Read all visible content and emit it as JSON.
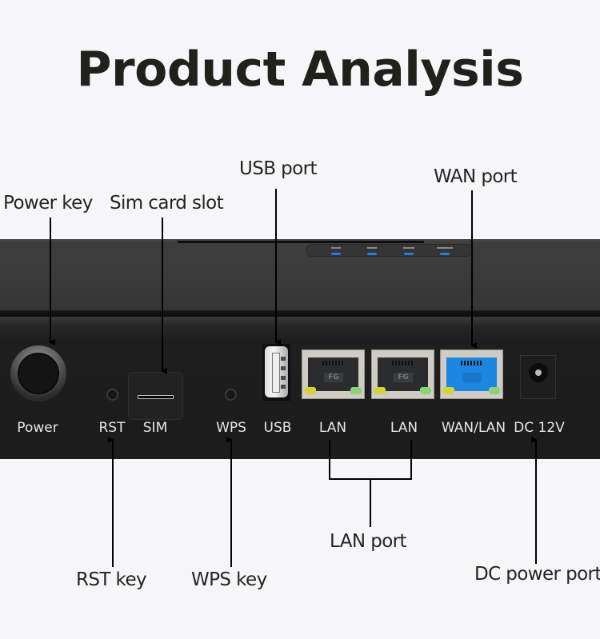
{
  "title": "Product Analysis",
  "callouts_top": {
    "power_key": "Power key",
    "sim_card_slot": "Sim card slot",
    "usb_port": "USB port",
    "wan_port": "WAN port"
  },
  "callouts_bottom": {
    "rst_key": "RST key",
    "wps_key": "WPS key",
    "lan_port": "LAN port",
    "dc_power_port": "DC power port"
  },
  "device_labels": {
    "power": "Power",
    "rst": "RST",
    "sim": "SIM",
    "wps": "WPS",
    "usb": "USB",
    "lan1": "LAN",
    "lan2": "LAN",
    "wan_lan": "WAN/LAN",
    "dc": "DC 12V"
  },
  "port_markings": {
    "lan1_tag": "FG",
    "lan2_tag": "FG"
  },
  "colors": {
    "background": "#f6f6f8",
    "device_body": "#1c1c1c",
    "status_led": "#1f7fe0",
    "wan_port": "#1c86e0",
    "link_led_yellow": "#d8d23a",
    "link_led_green": "#8fd07a"
  }
}
